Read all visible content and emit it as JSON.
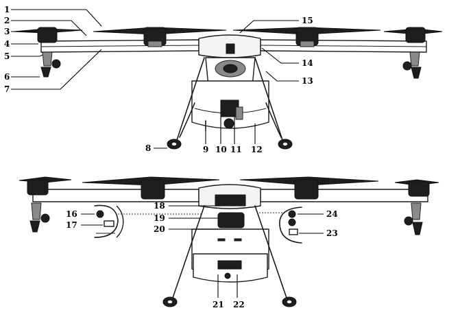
{
  "diagram": {
    "views": [
      {
        "id": "front-view",
        "callouts": [
          "1",
          "2",
          "3",
          "4",
          "5",
          "6",
          "7",
          "8",
          "9",
          "10",
          "11",
          "12",
          "13",
          "14",
          "15"
        ]
      },
      {
        "id": "rear-view",
        "callouts": [
          "16",
          "17",
          "18",
          "19",
          "20",
          "21",
          "22",
          "23",
          "24"
        ]
      }
    ],
    "labels": {
      "c1": "1",
      "c2": "2",
      "c3": "3",
      "c4": "4",
      "c5": "5",
      "c6": "6",
      "c7": "7",
      "c8": "8",
      "c9": "9",
      "c10": "10",
      "c11": "11",
      "c12": "12",
      "c13": "13",
      "c14": "14",
      "c15": "15",
      "c16": "16",
      "c17": "17",
      "c18": "18",
      "c19": "19",
      "c20": "20",
      "c21": "21",
      "c22": "22",
      "c23": "23",
      "c24": "24"
    },
    "colors": {
      "ink": "#1a1a1a",
      "background": "#ffffff"
    }
  }
}
